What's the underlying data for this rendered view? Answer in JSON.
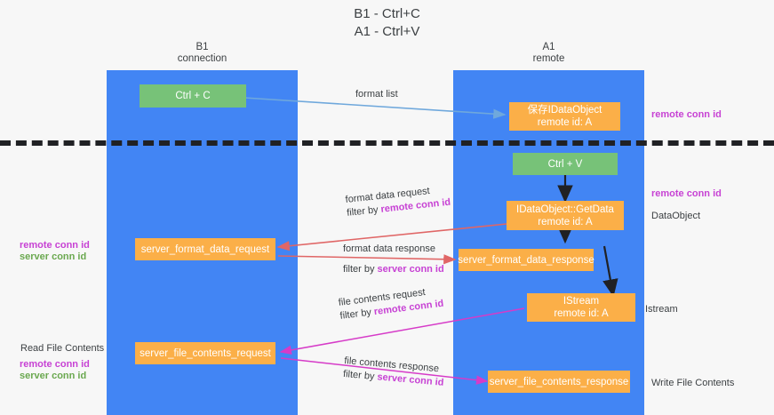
{
  "title": "B1 - Ctrl+C\nA1 - Ctrl+V",
  "colors": {
    "lane": "#4285f4",
    "green_node": "#77c278",
    "orange_node": "#fbaf48",
    "purple_text": "#c742d4",
    "green_text": "#6aa84f",
    "blue_arrow": "#6fa8dc",
    "red_arrow": "#e06666",
    "magenta_arrow": "#d63bc8",
    "black_arrow": "#202124",
    "background": "#f7f7f7"
  },
  "columns": [
    {
      "id": "b1",
      "label": "B1\nconnection"
    },
    {
      "id": "a1",
      "label": "A1\nremote"
    }
  ],
  "nodes": [
    {
      "id": "ctrl-c",
      "label": "Ctrl + C",
      "kind": "green"
    },
    {
      "id": "idataobject-remote",
      "label": "保存IDataObject\nremote id: A",
      "kind": "orange"
    },
    {
      "id": "ctrl-v",
      "label": "Ctrl + V",
      "kind": "green"
    },
    {
      "id": "idataobject-getdata",
      "label": "IDataObject::GetData\nremote id: A",
      "kind": "orange"
    },
    {
      "id": "server-format-data-request",
      "label": "server_format_data_request",
      "kind": "orange"
    },
    {
      "id": "server-format-data-response",
      "label": "server_format_data_response",
      "kind": "orange"
    },
    {
      "id": "istream",
      "label": "IStream\nremote id: A",
      "kind": "orange"
    },
    {
      "id": "server-file-contents-request",
      "label": "server_file_contents_request",
      "kind": "orange"
    },
    {
      "id": "server-file-contents-response",
      "label": "server_file_contents_response",
      "kind": "orange"
    }
  ],
  "edge_labels": [
    {
      "id": "format-list",
      "line1": "format list",
      "line2": "",
      "highlight": ""
    },
    {
      "id": "format-data-request",
      "line1": "format data request",
      "line2": "filter by ",
      "highlight": "remote conn id"
    },
    {
      "id": "format-data-response",
      "line1": "format data response",
      "line2": "filter by ",
      "highlight": "server conn id"
    },
    {
      "id": "file-contents-request",
      "line1": "file contents request",
      "line2": "filter by ",
      "highlight": "remote conn id"
    },
    {
      "id": "file-contents-response",
      "line1": "file contents response",
      "line2": "filter by ",
      "highlight": "server conn id"
    }
  ],
  "annotations": {
    "right_remote_conn_id_top": "remote conn id",
    "right_remote_conn_id_mid": "remote conn id",
    "right_dataobject": "DataObject",
    "right_istream": "Istream",
    "right_write_file_contents": "Write File Contents",
    "left_remote_conn_id_mid": "remote conn id",
    "left_server_conn_id_mid": "server conn id",
    "left_read_file_contents": "Read File Contents",
    "left_remote_conn_id_bottom": "remote conn id",
    "left_server_conn_id_bottom": "server conn id"
  }
}
